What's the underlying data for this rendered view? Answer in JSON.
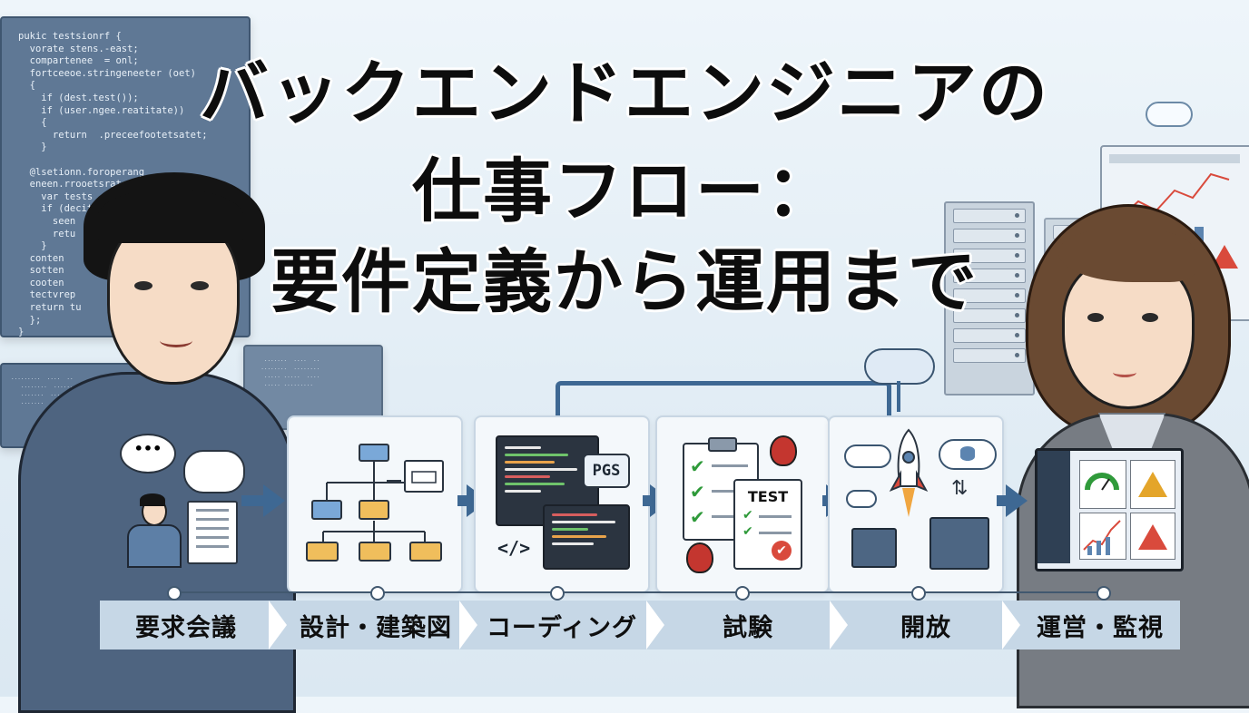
{
  "title": {
    "line1": "バックエンドエンジニアの",
    "line2": "仕事フロー：",
    "line3": "要件定義から運用まで"
  },
  "background_code": {
    "lines": [
      "pukic testsionrf {",
      "  vorate stens.-east;",
      "  compartenee  = onl;",
      "  fortceeoe.stringeneeter (oet)",
      "  {",
      "    if (dest.test());",
      "    if (user.ngee.reatitate))",
      "    {",
      "      return  .preceefootetsatet;",
      "    }",
      "",
      "  @lsetionn.foroperang",
      "  eneen.rrooetsrate()",
      "    var tests",
      "    if (decit",
      "      seen",
      "      retu",
      "    }",
      "  conten",
      "  sotten",
      "  cooten",
      "  tectvrep",
      "  return tu",
      "  };",
      "}"
    ]
  },
  "icons": {
    "coding_badge": "PGS",
    "coding_tag": "</>",
    "test_sheet": "TEST"
  },
  "steps": [
    {
      "label": "要求会議",
      "icon": "meeting-icon"
    },
    {
      "label": "設計・建築図",
      "icon": "flowchart-icon"
    },
    {
      "label": "コーディング",
      "icon": "code-editor-icon"
    },
    {
      "label": "試験",
      "icon": "test-checklist-icon"
    },
    {
      "label": "開放",
      "icon": "rocket-deploy-icon"
    },
    {
      "label": "運営・監視",
      "icon": "monitoring-dashboard-icon"
    }
  ],
  "colors": {
    "accent": "#3e6893",
    "label_strip": "#c6d7e6",
    "check": "#2f9a3a",
    "bug": "#c4362f",
    "warning": "#e4a52a"
  }
}
